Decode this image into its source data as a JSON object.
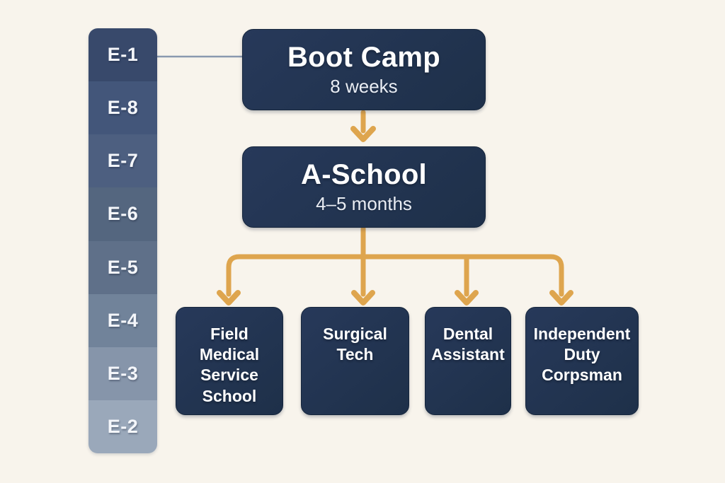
{
  "diagram": {
    "background_color": "#F8F4EC",
    "box_color": "#213553",
    "arrow_color": "#DEA54E",
    "rank_connector_color": "#8A99AF"
  },
  "rank_ladder": {
    "items": [
      {
        "label": "E-1",
        "color": "#38496B"
      },
      {
        "label": "E-8",
        "color": "#43567A"
      },
      {
        "label": "E-7",
        "color": "#4D5F80"
      },
      {
        "label": "E-6",
        "color": "#54667F"
      },
      {
        "label": "E-5",
        "color": "#5F7089"
      },
      {
        "label": "E-4",
        "color": "#71839A"
      },
      {
        "label": "E-3",
        "color": "#8695AA"
      },
      {
        "label": "E-2",
        "color": "#9AA8BA"
      }
    ]
  },
  "flow": {
    "boot_camp": {
      "title": "Boot Camp",
      "duration": "8 weeks"
    },
    "a_school": {
      "title": "A-School",
      "duration": "4–5 months"
    },
    "specialties": [
      {
        "label": "Field Medical Service School"
      },
      {
        "label": "Surgical Tech"
      },
      {
        "label": "Dental Assistant"
      },
      {
        "label": "Independent Duty Corpsman"
      }
    ]
  }
}
